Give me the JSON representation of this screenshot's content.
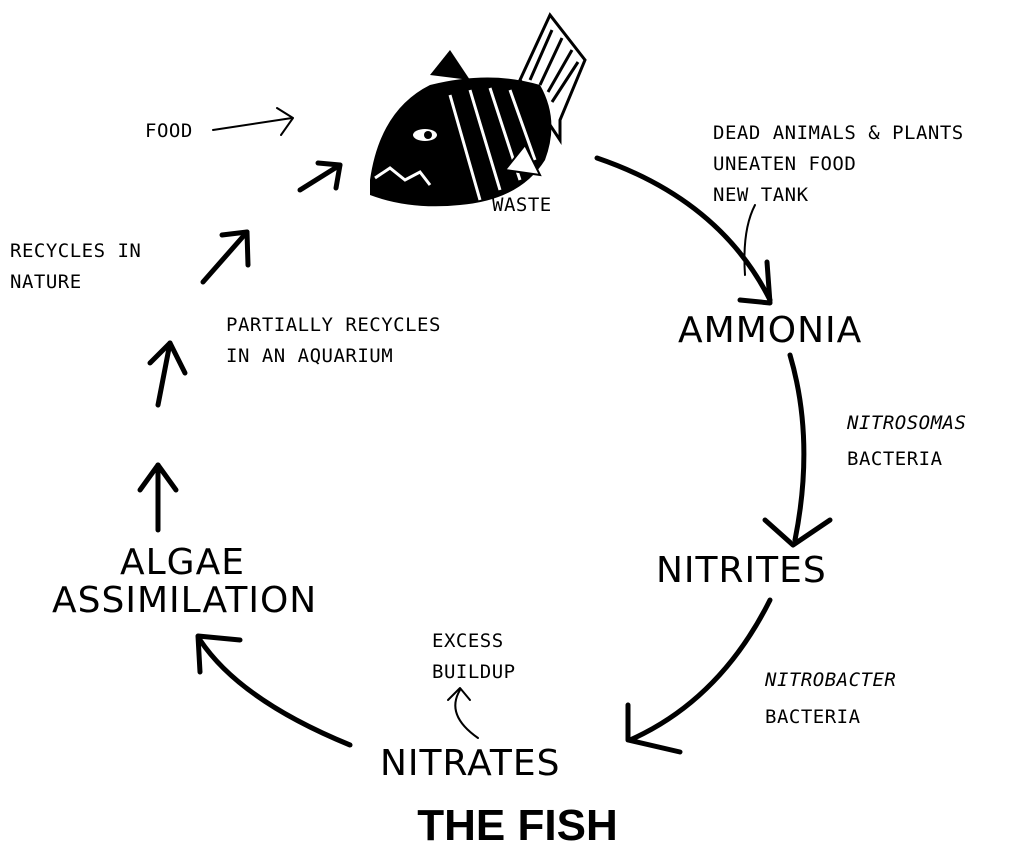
{
  "title": "THE FISH",
  "nodes": {
    "ammonia": "AMMONIA",
    "nitrites": "NITRITES",
    "nitrates": "NITRATES",
    "algae_line1": "ALGAE",
    "algae_line2": "ASSIMILATION"
  },
  "labels": {
    "food": "FOOD",
    "waste": "WASTE",
    "sources": [
      "DEAD ANIMALS & PLANTS",
      "UNEATEN FOOD",
      "NEW TANK"
    ],
    "nitrosomonas": "NITROSOMAS",
    "nitrosomonas_bacteria": "BACTERIA",
    "nitrobacter": "NITROBACTER",
    "nitrobacter_bacteria": "BACTERIA",
    "excess": [
      "EXCESS",
      "BUILDUP"
    ],
    "recycles_nature": [
      "RECYCLES IN",
      "NATURE"
    ],
    "recycles_aquarium": [
      "PARTIALLY RECYCLES",
      "IN AN AQUARIUM"
    ]
  },
  "icons": {
    "fish": "fish-icon"
  }
}
